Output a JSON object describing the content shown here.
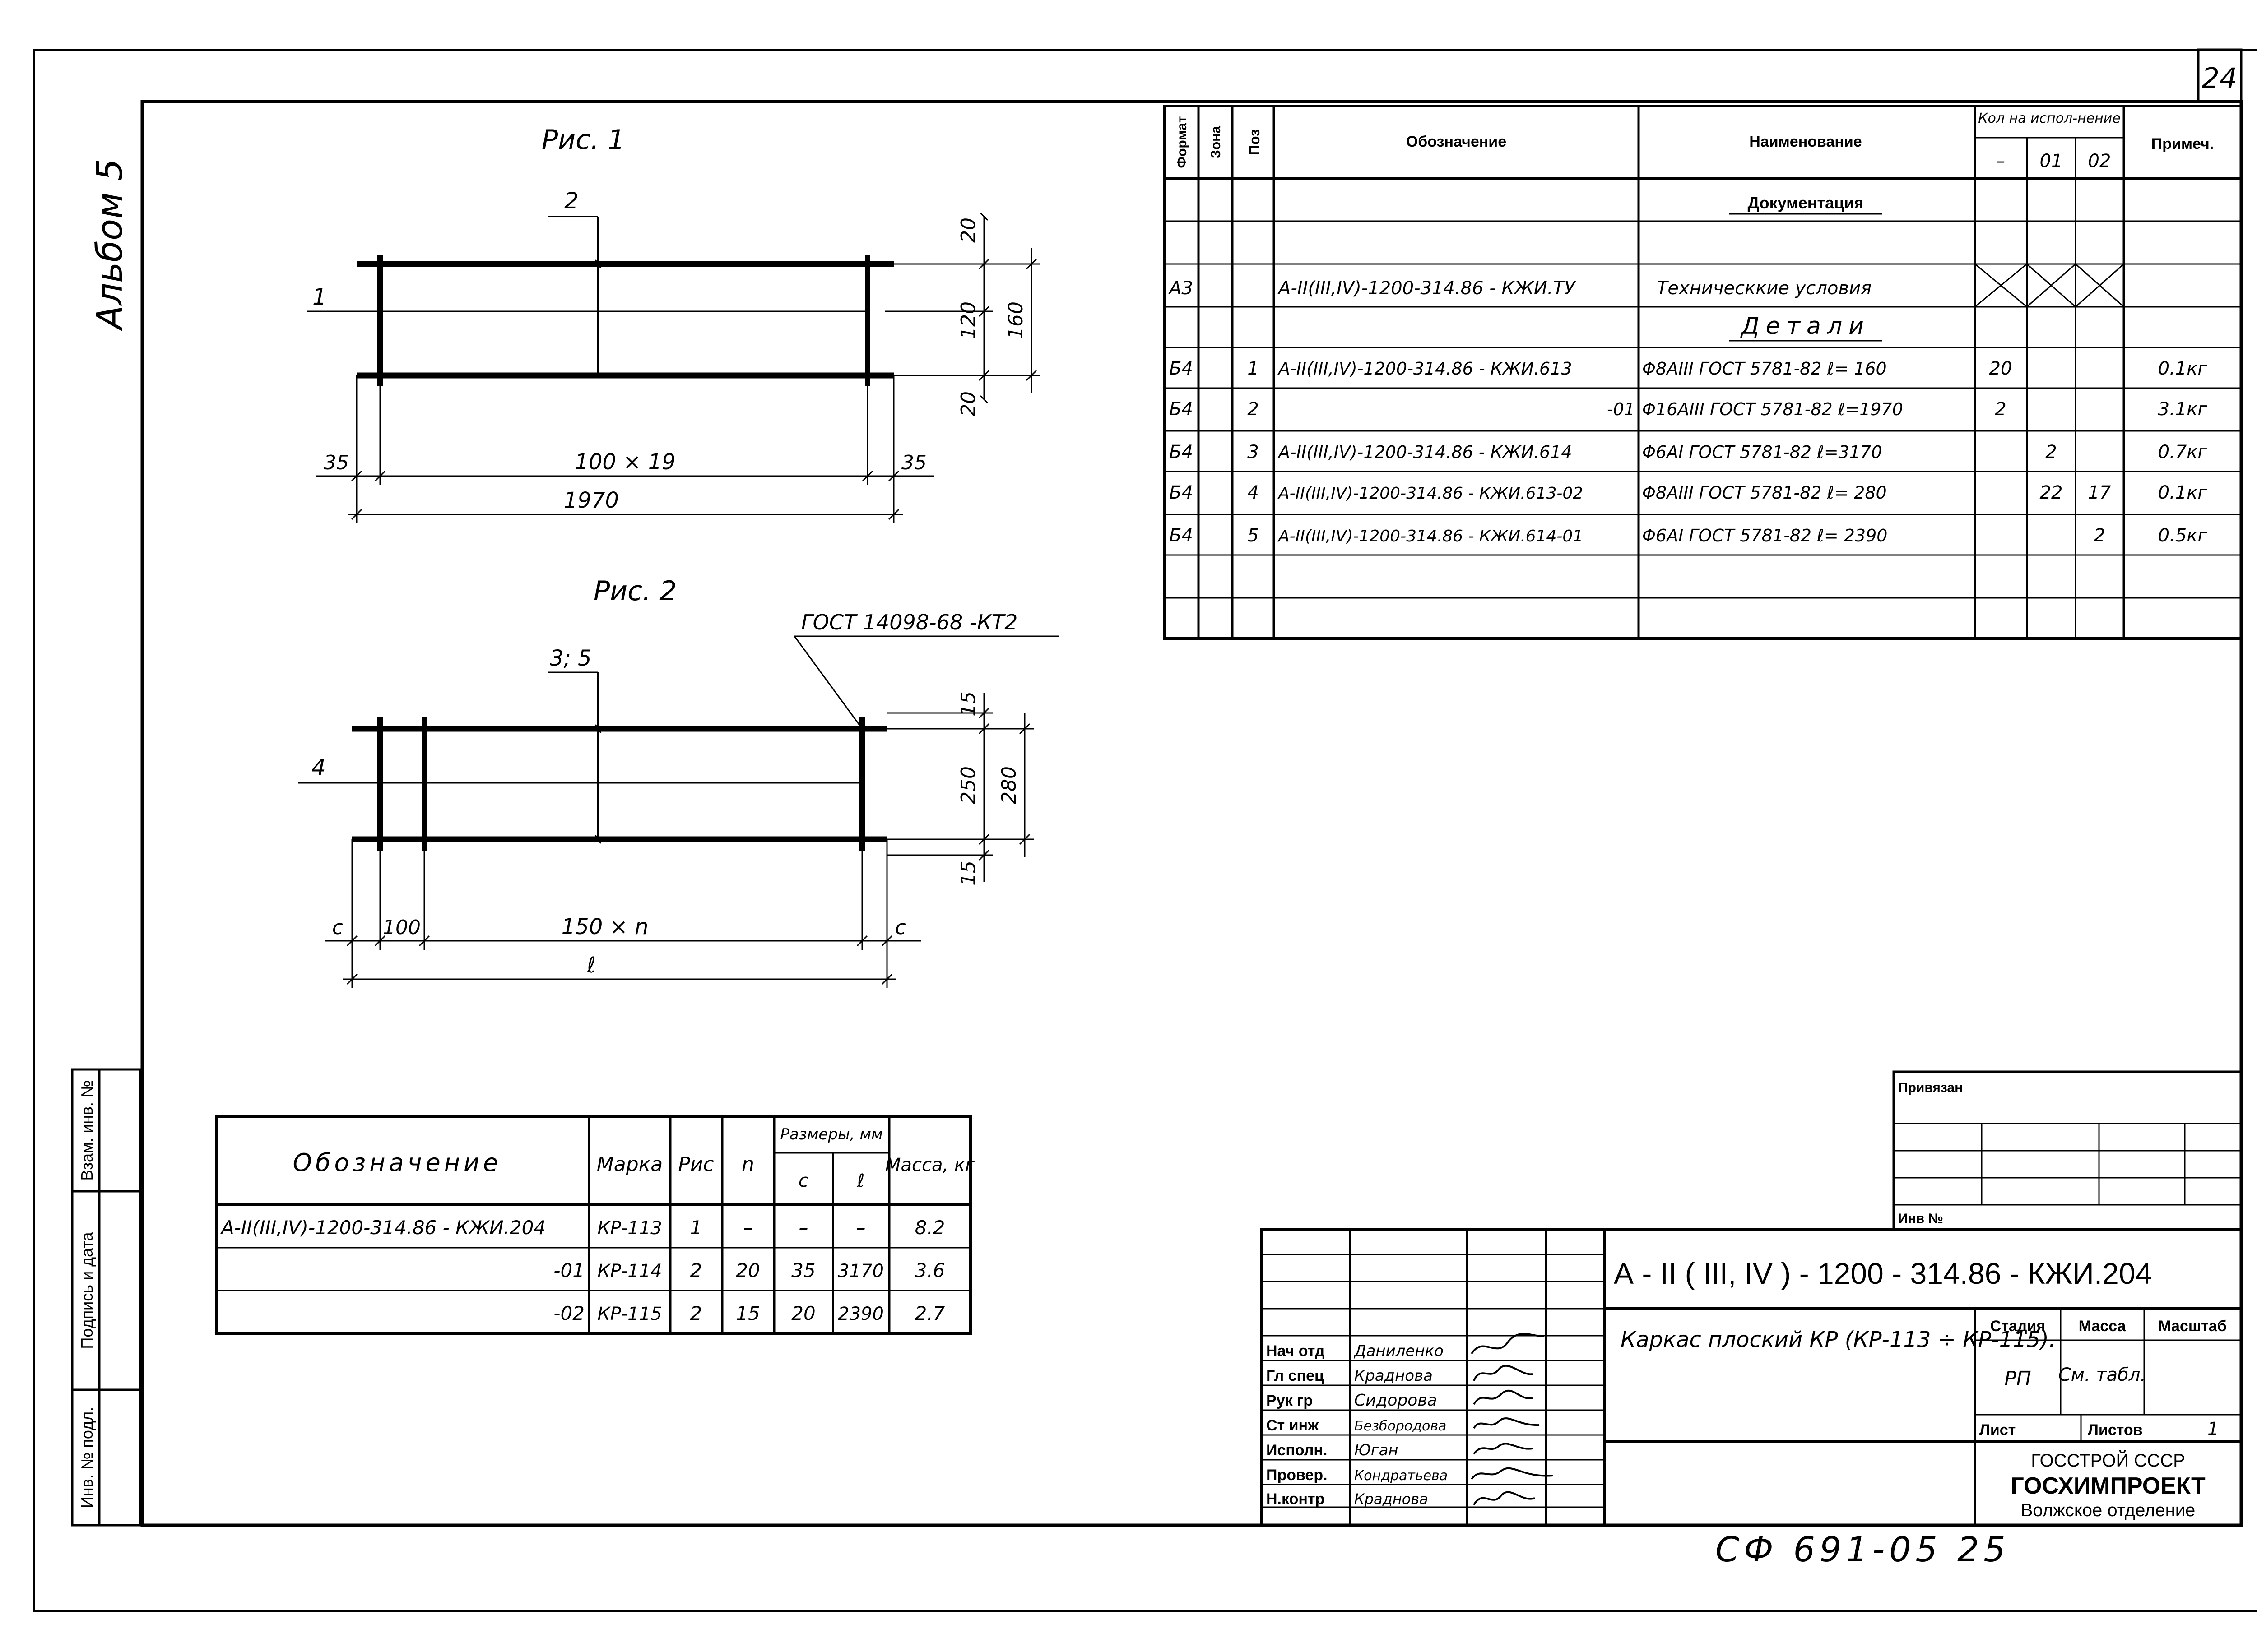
{
  "sheet": {
    "page_number": "24",
    "album_label": "Альбом 5",
    "bottom_code": "СФ 691-05  25"
  },
  "fig1": {
    "title": "Рис. 1",
    "pos_bar_1": "1",
    "pos_bar_2": "2",
    "dim_top": "20",
    "dim_middle": "120",
    "dim_bottom": "20",
    "dim_height": "160",
    "dim_left": "35",
    "dim_right": "35",
    "dim_span": "100 × 19",
    "dim_length": "1970"
  },
  "fig2": {
    "title": "Рис. 2",
    "pos_bar_35": "3; 5",
    "pos_bar_4": "4",
    "weld_note": "ГОСТ 14098-68 -КТ2",
    "dim_top": "15",
    "dim_middle": "250",
    "dim_bottom": "15",
    "dim_height": "280",
    "dim_left": "с",
    "dim_first": "100",
    "dim_span": "150 × n",
    "dim_right": "с",
    "dim_length": "ℓ"
  },
  "spec": {
    "headers": {
      "format": "Формат",
      "zone": "Зона",
      "pos": "Поз",
      "designation": "Обозначение",
      "name": "Наименование",
      "qty": "Кол на испол-нение",
      "qty_1": "–",
      "qty_2": "01",
      "qty_3": "02",
      "note": "Примеч."
    },
    "section_docs": "Документация",
    "doc_row": {
      "format": "А3",
      "designation": "А-II(III,IV)-1200-314.86 - КЖИ.ТУ",
      "name": "Техническкие условия"
    },
    "section_parts": "Детали",
    "rows": [
      {
        "format": "Б4",
        "pos": "1",
        "designation": "А-II(III,IV)-1200-314.86 - КЖИ.613",
        "name": "Φ8АIII ГОСТ 5781-82 ℓ= 160",
        "q1": "20",
        "q2": "",
        "q3": "",
        "note": "0.1кг"
      },
      {
        "format": "Б4",
        "pos": "2",
        "designation": "-01",
        "name": "Φ16АIII ГОСТ 5781-82 ℓ=1970",
        "q1": "2",
        "q2": "",
        "q3": "",
        "note": "3.1кг"
      },
      {
        "format": "Б4",
        "pos": "3",
        "designation": "А-II(III,IV)-1200-314.86 - КЖИ.614",
        "name": "Φ6АI ГОСТ 5781-82 ℓ=3170",
        "q1": "",
        "q2": "2",
        "q3": "",
        "note": "0.7кг"
      },
      {
        "format": "Б4",
        "pos": "4",
        "designation": "А-II(III,IV)-1200-314.86 - КЖИ.613-02",
        "name": "Φ8АIII ГОСТ 5781-82 ℓ= 280",
        "q1": "",
        "q2": "22",
        "q3": "17",
        "note": "0.1кг"
      },
      {
        "format": "Б4",
        "pos": "5",
        "designation": "А-II(III,IV)-1200-314.86 - КЖИ.614-01",
        "name": "Φ6АI ГОСТ 5781-82 ℓ= 2390",
        "q1": "",
        "q2": "",
        "q3": "2",
        "note": "0.5кг"
      }
    ]
  },
  "variants": {
    "headers": {
      "designation": "Обозначение",
      "mark": "Марка",
      "fig": "Рис",
      "n": "n",
      "sizes": "Размеры, мм",
      "c": "с",
      "l": "ℓ",
      "mass": "Масса, кг"
    },
    "rows": [
      {
        "designation": "А-II(III,IV)-1200-314.86 - КЖИ.204",
        "mark": "КР-113",
        "fig": "1",
        "n": "–",
        "c": "–",
        "l": "–",
        "mass": "8.2"
      },
      {
        "designation": "-01",
        "mark": "КР-114",
        "fig": "2",
        "n": "20",
        "c": "35",
        "l": "3170",
        "mass": "3.6"
      },
      {
        "designation": "-02",
        "mark": "КР-115",
        "fig": "2",
        "n": "15",
        "c": "20",
        "l": "2390",
        "mass": "2.7"
      }
    ]
  },
  "side_stamp": {
    "inv_orig": "Инв. № подл.",
    "sign_date": "Подпись и дата",
    "inv_replace": "Взам. инв. №"
  },
  "title_block": {
    "privyazan": "Привязан",
    "inv_no": "Инв №",
    "code": "А - II ( III, IV ) - 1200 - 314.86  - КЖИ.204",
    "name": "Каркас плоский КР (КР-113 ÷ КР-115).",
    "stage_label": "Стадия",
    "mass_label": "Масса",
    "scale_label": "Масштаб",
    "stage": "РП",
    "mass": "См. табл.",
    "sheet_label": "Лист",
    "sheets_label": "Листов",
    "sheets": "1",
    "org1": "ГОССТРОЙ СССР",
    "org2": "ГОСХИМПРОЕКТ",
    "org3": "Волжское отделение",
    "people": [
      {
        "role": "Нач отд",
        "name": "Даниленко"
      },
      {
        "role": "Гл спец",
        "name": "Краднова"
      },
      {
        "role": "Рук гр",
        "name": "Сидорова"
      },
      {
        "role": "Ст инж",
        "name": "Безбородова"
      },
      {
        "role": "Исполн.",
        "name": "Юган"
      },
      {
        "role": "Провер.",
        "name": "Кондратьева"
      },
      {
        "role": "Н.контр",
        "name": "Краднова"
      }
    ]
  }
}
